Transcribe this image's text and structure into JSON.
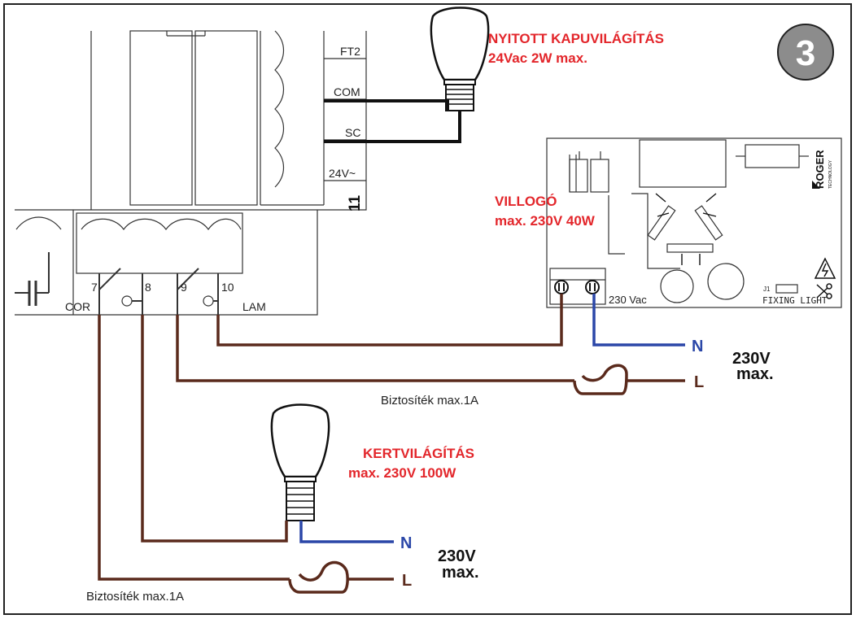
{
  "step_number": "3",
  "terminals": {
    "ft2": "FT2",
    "com": "COM",
    "sc": "SC",
    "v24": "24V~",
    "block_number": "11",
    "t7": "7",
    "t8": "8",
    "t9": "9",
    "t10": "10",
    "cor": "COR",
    "lam": "LAM"
  },
  "gate_light": {
    "title": "NYITOTT KAPUVILÁGÍTÁS",
    "spec": "24Vac 2W max."
  },
  "flasher": {
    "title": "VILLOGÓ",
    "spec": "max. 230V 40W",
    "supply_label": "230 Vac",
    "fixing_label": "FIXING LIGHT",
    "jumper_label": "J1",
    "brand": "ROGER",
    "brand_sub": "TECHNOLOGY"
  },
  "garden_light": {
    "title": "KERTVILÁGÍTÁS",
    "spec": "max. 230V 100W"
  },
  "mains_upper": {
    "n": "N",
    "l": "L",
    "voltage": "230V",
    "max": "max."
  },
  "mains_lower": {
    "n": "N",
    "l": "L",
    "voltage": "230V",
    "max": "max."
  },
  "fuse_upper": "Biztosíték max.1A",
  "fuse_lower": "Biztosíték max.1A",
  "colors": {
    "brown_wire": "#5a2a1c",
    "blue_wire": "#2b47a8",
    "label_red": "#e3262b",
    "badge_grey": "#8c8c8c"
  }
}
